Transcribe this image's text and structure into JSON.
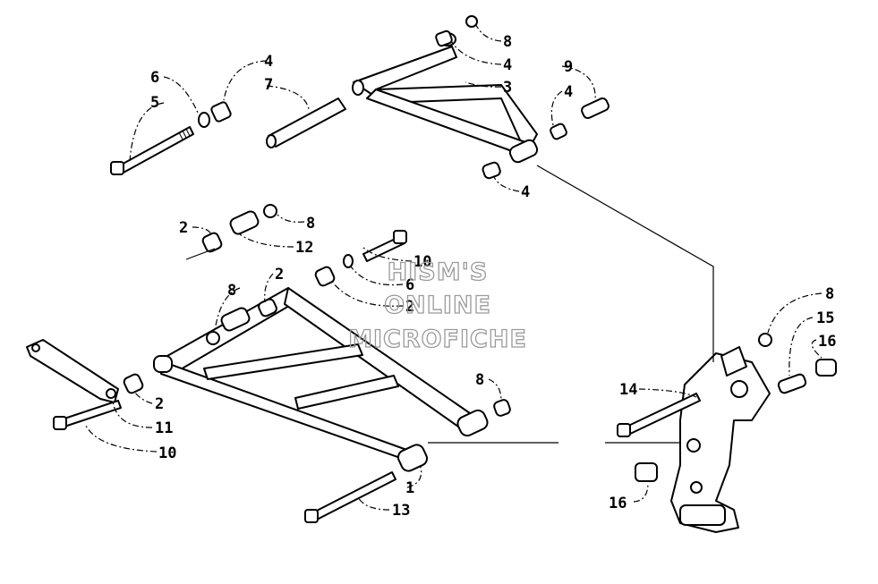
{
  "watermark": {
    "line1": "HISM'S",
    "line2": "ONLINE",
    "line3": "MICROFICHE"
  },
  "callouts": {
    "c1": "1",
    "c2a": "2",
    "c2b": "2",
    "c2c": "2",
    "c2d": "2",
    "c3": "3",
    "c4a": "4",
    "c4b": "4",
    "c4c": "4",
    "c4d": "4",
    "c5": "5",
    "c6a": "6",
    "c6b": "6",
    "c7": "7",
    "c8a": "8",
    "c8b": "8",
    "c8c": "8",
    "c8d": "8",
    "c8e": "8",
    "c9": "9",
    "c10a": "10",
    "c10b": "10",
    "c11": "11",
    "c12": "12",
    "c13": "13",
    "c14": "14",
    "c15": "15",
    "c16a": "16",
    "c16b": "16"
  }
}
